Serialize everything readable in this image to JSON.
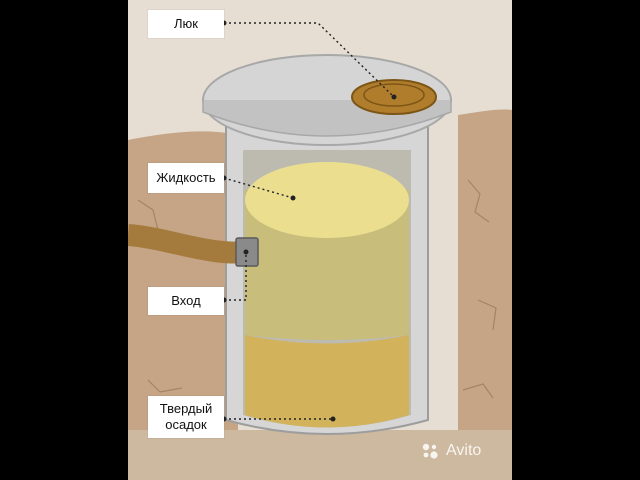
{
  "labels": {
    "hatch": "Люк",
    "liquid": "Жидкость",
    "inlet": "Вход",
    "sediment": "Твердый\nосадок"
  },
  "watermark": {
    "text": "Avito",
    "icon": "avito-logo-icon"
  },
  "colors": {
    "background": "#000000",
    "soil": "#c9a98a",
    "ground_top": "#cbb89b",
    "concrete": "#d9d9d9",
    "liquid_top": "#e9dc86",
    "liquid_body": "#c9bd78",
    "sediment": "#d3b35a",
    "hatch_lid": "#b57f2c",
    "pipe": "#a57b3d",
    "leader_line": "#222222"
  }
}
